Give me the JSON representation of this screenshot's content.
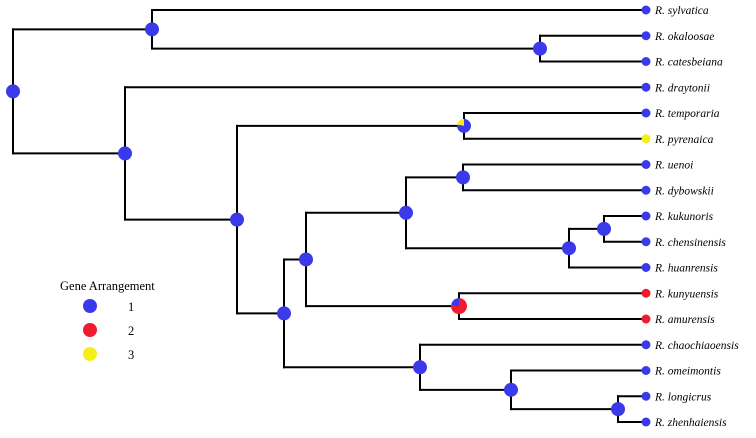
{
  "legend": {
    "title": "Gene Arrangement",
    "items": [
      {
        "label": "1",
        "color": "#3a3aea"
      },
      {
        "label": "2",
        "color": "#ee1c2e"
      },
      {
        "label": "3",
        "color": "#f6ee1a"
      }
    ]
  },
  "colors": {
    "branch": "#000000",
    "state_1": "#3a3aea",
    "state_2": "#ee1c2e",
    "state_3": "#f6ee1a"
  },
  "taxa": [
    {
      "name": "R. sylvatica",
      "state": "1"
    },
    {
      "name": "R. okaloosae",
      "state": "1"
    },
    {
      "name": "R. catesbeiana",
      "state": "1"
    },
    {
      "name": "R. draytonii",
      "state": "1"
    },
    {
      "name": "R. temporaria",
      "state": "1"
    },
    {
      "name": "R. pyrenaica",
      "state": "3"
    },
    {
      "name": "R. uenoi",
      "state": "1"
    },
    {
      "name": "R. dybowskii",
      "state": "1"
    },
    {
      "name": "R. kukunoris",
      "state": "1"
    },
    {
      "name": "R. chensinensis",
      "state": "1"
    },
    {
      "name": "R. huanrensis",
      "state": "1"
    },
    {
      "name": "R. kunyuensis",
      "state": "2"
    },
    {
      "name": "R. amurensis",
      "state": "2"
    },
    {
      "name": "R. chaochiaoensis",
      "state": "1"
    },
    {
      "name": "R. omeimontis",
      "state": "1"
    },
    {
      "name": "R. longicrus",
      "state": "1"
    },
    {
      "name": "R. zhenhaiensis",
      "state": "1"
    }
  ],
  "internal_nodes": [
    {
      "id": "root",
      "state": "1",
      "children": [
        "n_syl_clade",
        "n_dray_clade"
      ]
    },
    {
      "id": "n_syl_clade",
      "state": "1",
      "children": [
        "t0",
        "n_oka_cat"
      ]
    },
    {
      "id": "n_oka_cat",
      "state": "1",
      "children": [
        "t1",
        "t2"
      ]
    },
    {
      "id": "n_dray_clade",
      "state": "1",
      "children": [
        "t3",
        "n_main"
      ]
    },
    {
      "id": "n_main",
      "state": "1",
      "children": [
        "n_tem_pyr",
        "n_big"
      ]
    },
    {
      "id": "n_tem_pyr",
      "state": "1+3",
      "children": [
        "t4",
        "t5"
      ]
    },
    {
      "id": "n_big",
      "state": "1",
      "children": [
        "n_mid",
        "n_chao_clade"
      ]
    },
    {
      "id": "n_mid",
      "state": "1",
      "children": [
        "n_uen_clade",
        "n_kun_amu"
      ]
    },
    {
      "id": "n_uen_clade",
      "state": "1",
      "children": [
        "n_uen_dyb",
        "n_kuk_clade"
      ]
    },
    {
      "id": "n_uen_dyb",
      "state": "1",
      "children": [
        "t6",
        "t7"
      ]
    },
    {
      "id": "n_kuk_clade",
      "state": "1",
      "children": [
        "n_kuk_che",
        "t10"
      ]
    },
    {
      "id": "n_kuk_che",
      "state": "1",
      "children": [
        "t8",
        "t9"
      ]
    },
    {
      "id": "n_kun_amu",
      "state": "1+2",
      "children": [
        "t11",
        "t12"
      ]
    },
    {
      "id": "n_chao_clade",
      "state": "1",
      "children": [
        "t13",
        "n_ome_clade"
      ]
    },
    {
      "id": "n_ome_clade",
      "state": "1",
      "children": [
        "t14",
        "n_lon_zhe"
      ]
    },
    {
      "id": "n_lon_zhe",
      "state": "1",
      "children": [
        "t15",
        "t16"
      ]
    }
  ]
}
